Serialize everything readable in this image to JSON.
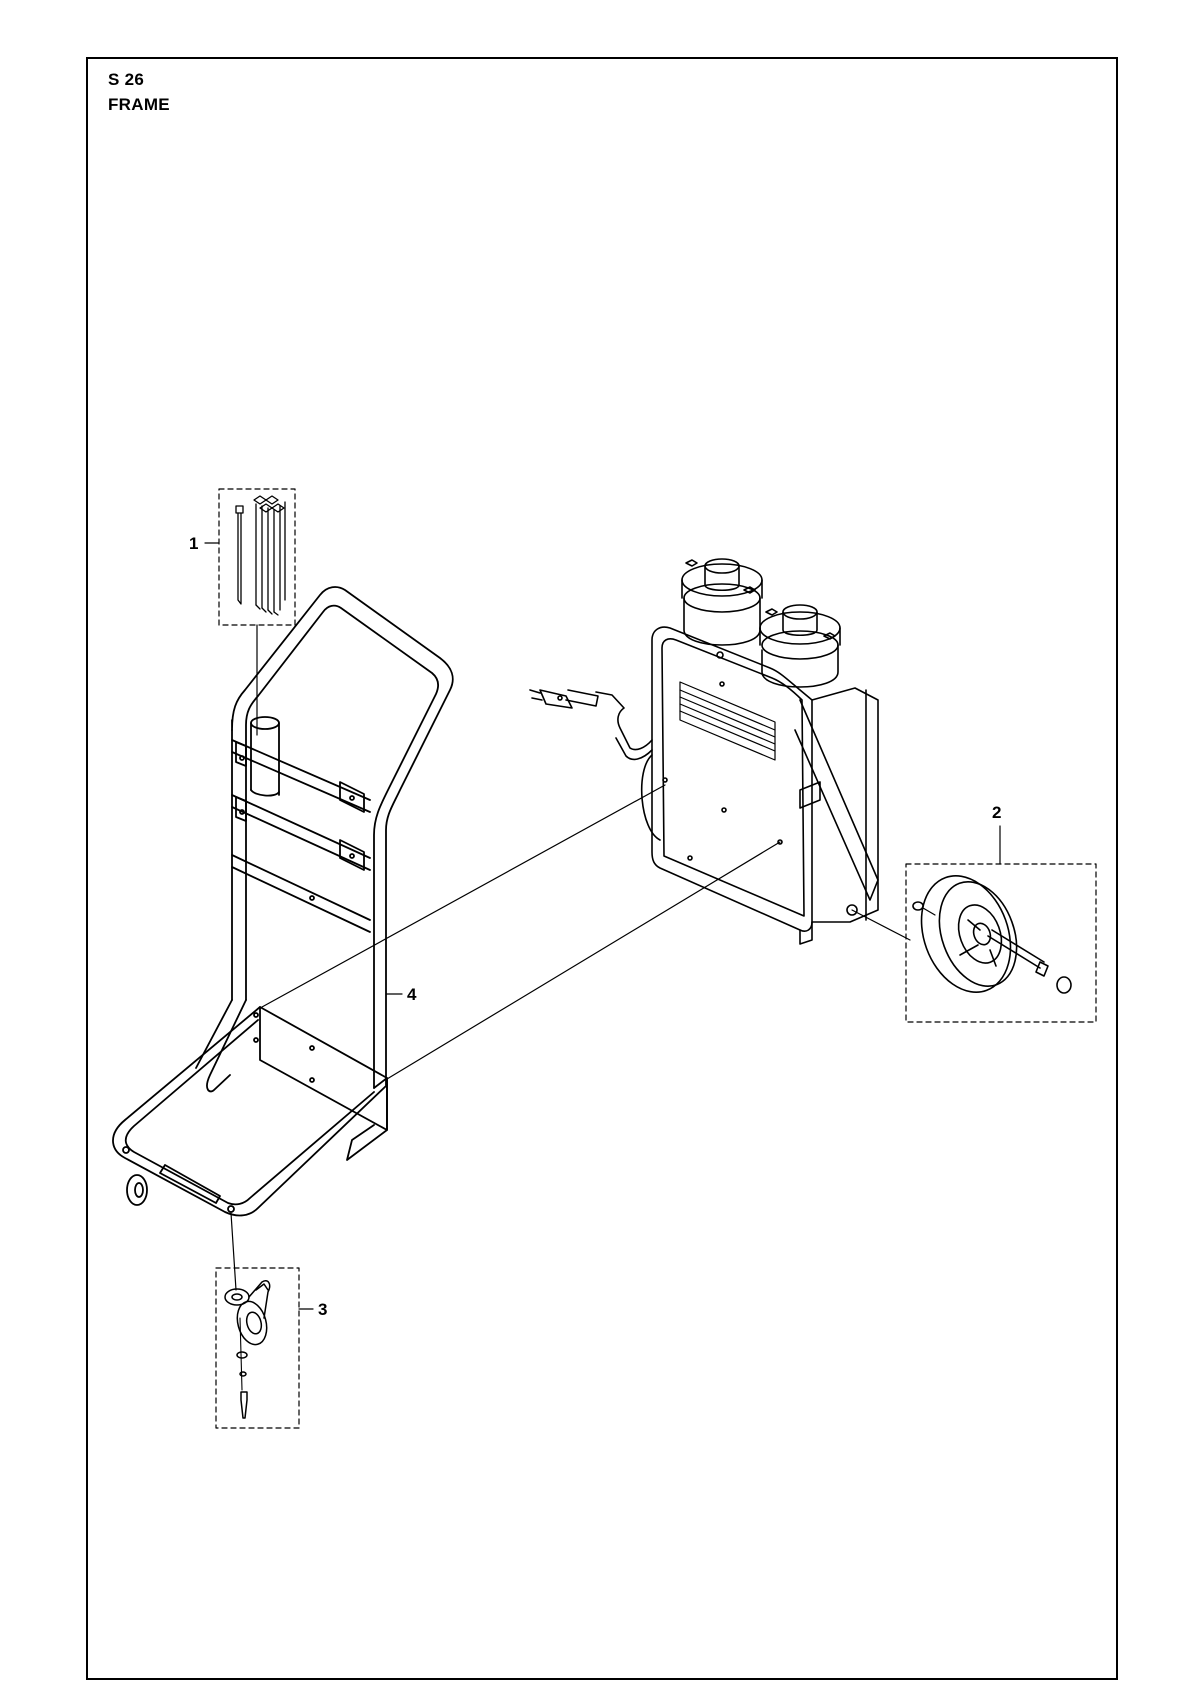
{
  "section": {
    "code": "S 26",
    "title": "FRAME"
  },
  "callouts": [
    {
      "number": "1",
      "part": "cable-ties"
    },
    {
      "number": "2",
      "part": "rear-wheel-assembly"
    },
    {
      "number": "3",
      "part": "caster-wheel-assembly"
    },
    {
      "number": "4",
      "part": "trolley-frame"
    }
  ],
  "colors": {
    "line": "#000000",
    "background": "#ffffff"
  }
}
